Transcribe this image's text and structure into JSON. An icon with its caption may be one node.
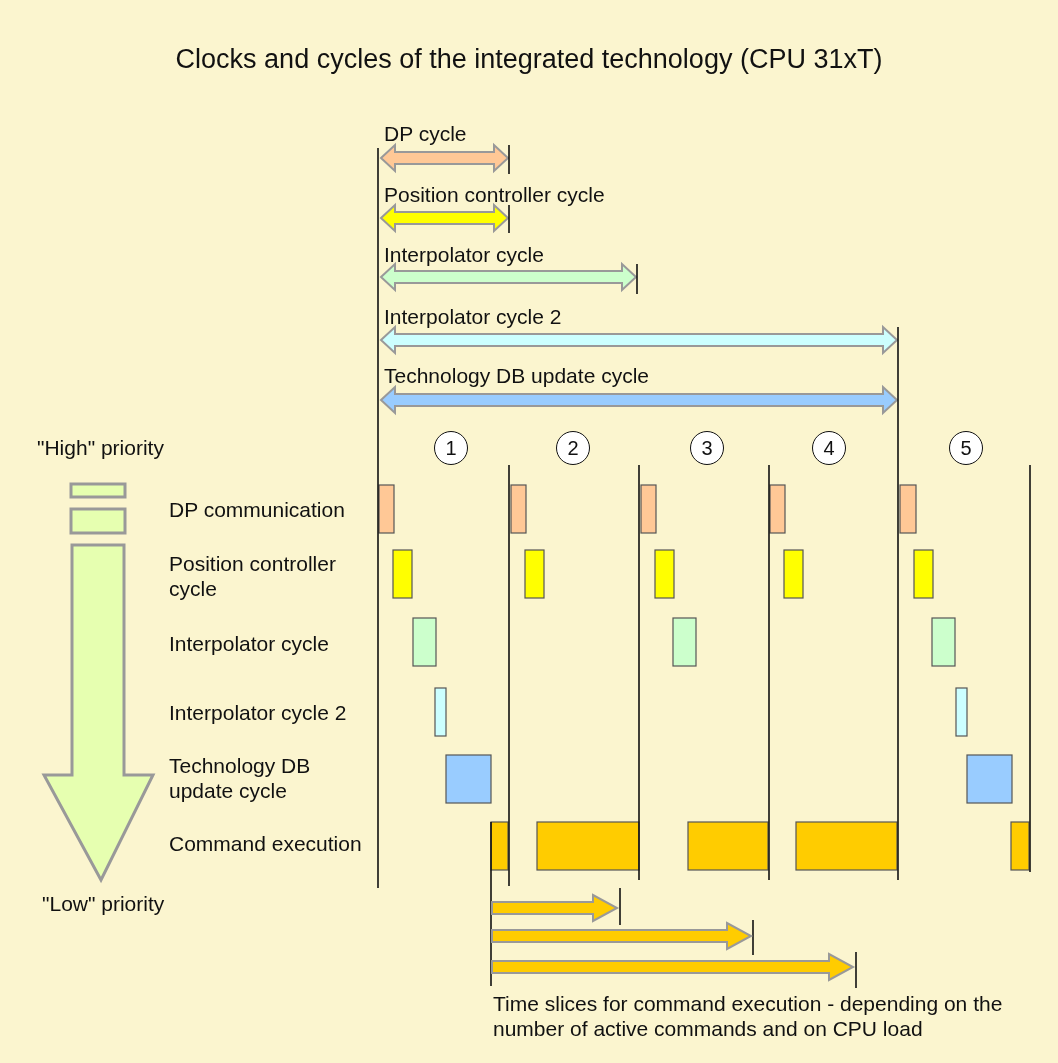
{
  "diagram": {
    "title": "Clocks and cycles of the integrated technology (CPU 31xT)",
    "nodes": [
      {
        "text": [
          "1"
        ]
      },
      {
        "text": [
          "2"
        ]
      },
      {
        "text": [
          "3"
        ]
      },
      {
        "text": [
          "4"
        ]
      },
      {
        "text": [
          "5"
        ]
      }
    ],
    "labels": [
      "DP cycle",
      "Position controller cycle",
      "Interpolator cycle",
      "Interpolator cycle 2",
      "Technology DB update cycle",
      "\"High\" priority",
      "DP communication",
      "Position controller cycle",
      "Interpolator cycle",
      "Interpolator cycle 2",
      "Technology DB update cycle",
      "Command execution",
      "\"Low\" priority",
      "Time slices for command execution - depending on the number of active commands and on CPU load"
    ]
  }
}
